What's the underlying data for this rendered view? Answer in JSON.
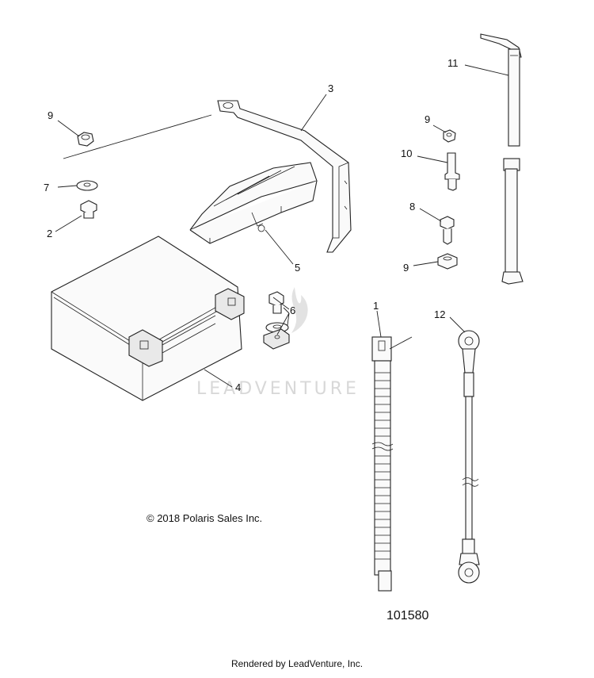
{
  "diagram": {
    "callouts": {
      "c1": "1",
      "c2": "2",
      "c3": "3",
      "c4": "4",
      "c5": "5",
      "c6": "6",
      "c7": "7",
      "c8": "8",
      "c9a": "9",
      "c9b": "9",
      "c9c": "9",
      "c10": "10",
      "c11": "11",
      "c12": "12"
    },
    "copyright": "© 2018 Polaris Sales Inc.",
    "figure_id": "101580",
    "watermark": "LEADVENTURE"
  },
  "footer": {
    "text": "Rendered by LeadVenture, Inc."
  }
}
